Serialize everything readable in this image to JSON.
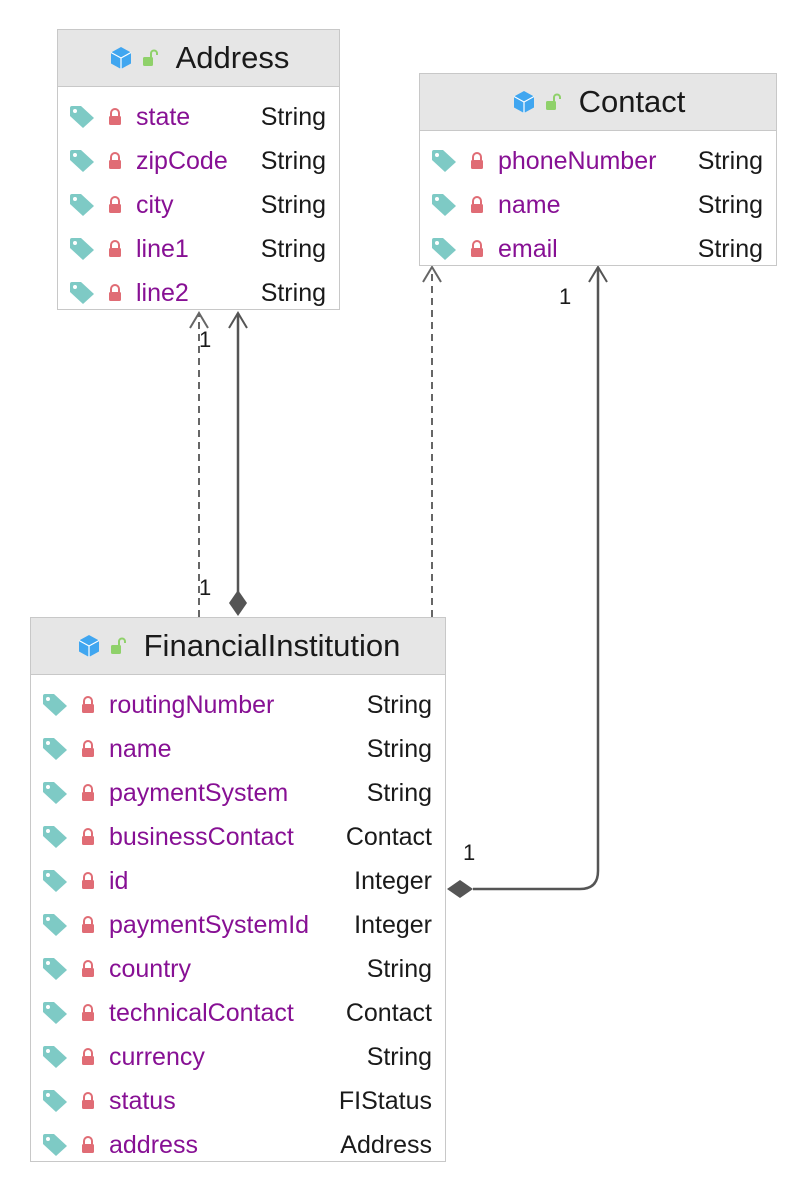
{
  "classes": {
    "address": {
      "name": "Address",
      "fields": [
        {
          "name": "state",
          "type": "String"
        },
        {
          "name": "zipCode",
          "type": "String"
        },
        {
          "name": "city",
          "type": "String"
        },
        {
          "name": "line1",
          "type": "String"
        },
        {
          "name": "line2",
          "type": "String"
        }
      ]
    },
    "contact": {
      "name": "Contact",
      "fields": [
        {
          "name": "phoneNumber",
          "type": "String"
        },
        {
          "name": "name",
          "type": "String"
        },
        {
          "name": "email",
          "type": "String"
        }
      ]
    },
    "financial_institution": {
      "name": "FinancialInstitution",
      "fields": [
        {
          "name": "routingNumber",
          "type": "String"
        },
        {
          "name": "name",
          "type": "String"
        },
        {
          "name": "paymentSystem",
          "type": "String"
        },
        {
          "name": "businessContact",
          "type": "Contact"
        },
        {
          "name": "id",
          "type": "Integer"
        },
        {
          "name": "paymentSystemId",
          "type": "Integer"
        },
        {
          "name": "country",
          "type": "String"
        },
        {
          "name": "technicalContact",
          "type": "Contact"
        },
        {
          "name": "currency",
          "type": "String"
        },
        {
          "name": "status",
          "type": "FIStatus"
        },
        {
          "name": "address",
          "type": "Address"
        }
      ]
    }
  },
  "multiplicities": {
    "address_top": "1",
    "address_bottom": "1",
    "contact_top": "1",
    "contact_fi": "1"
  },
  "colors": {
    "field_name": "#871094",
    "tag_icon": "#7ecac5",
    "lock_icon": "#e06c75",
    "class_icon": "#40a6f0",
    "unlock_icon": "#8fd16a",
    "header_bg": "#e6e6e6",
    "line": "#555555"
  },
  "icons": {
    "class": "class-icon",
    "visibility": "unlock-icon",
    "field": "field-tag-icon",
    "private": "lock-icon"
  }
}
